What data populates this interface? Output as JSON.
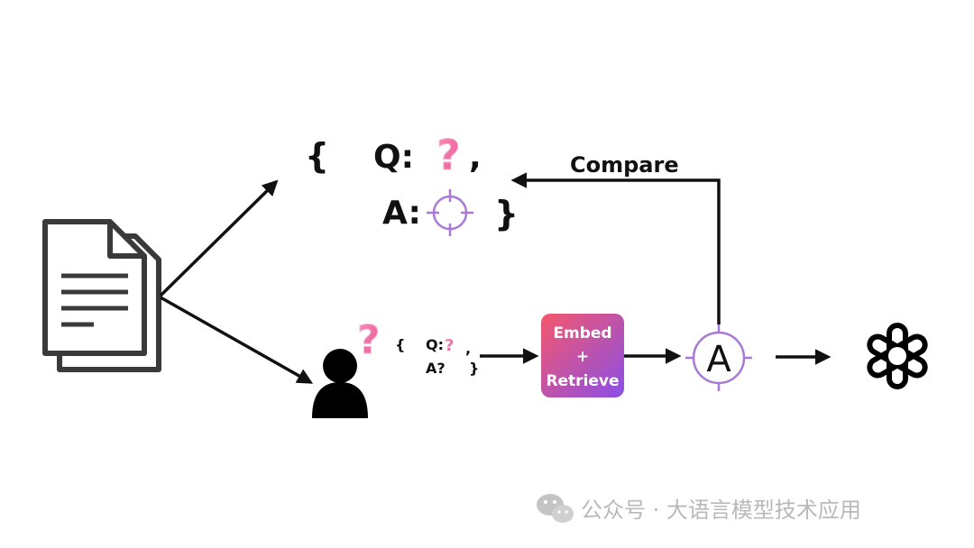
{
  "diagram": {
    "top_json": {
      "open_brace": "{",
      "q_label": "Q:",
      "q_icon": "?",
      "comma": ",",
      "a_label": "A:",
      "close_brace": "}"
    },
    "small_json": {
      "open_brace": "{",
      "q_label": "Q:",
      "q_icon": "?",
      "comma": ",",
      "a_label": "A?",
      "close_brace": "}"
    },
    "user_question_icon": "?",
    "compare_label": "Compare",
    "embed_box": {
      "line1": "Embed",
      "line2": "+",
      "line3": "Retrieve"
    },
    "answer_label": "A",
    "colors": {
      "stroke": "#111111",
      "doc_gray": "#3a3a3a",
      "question_pink": "#f27aa8",
      "target_purple": "#a87ad6",
      "gradient_start": "#f5576c",
      "gradient_end": "#8a4fe6"
    },
    "icons": {
      "document": "document-stack-icon",
      "user": "user-silhouette-icon",
      "target": "crosshair-target-icon",
      "question": "question-mark-icon",
      "openai": "openai-logo-icon",
      "wechat": "wechat-icon"
    }
  },
  "watermark": {
    "text": "公众号 · 大语言模型技术应用"
  }
}
